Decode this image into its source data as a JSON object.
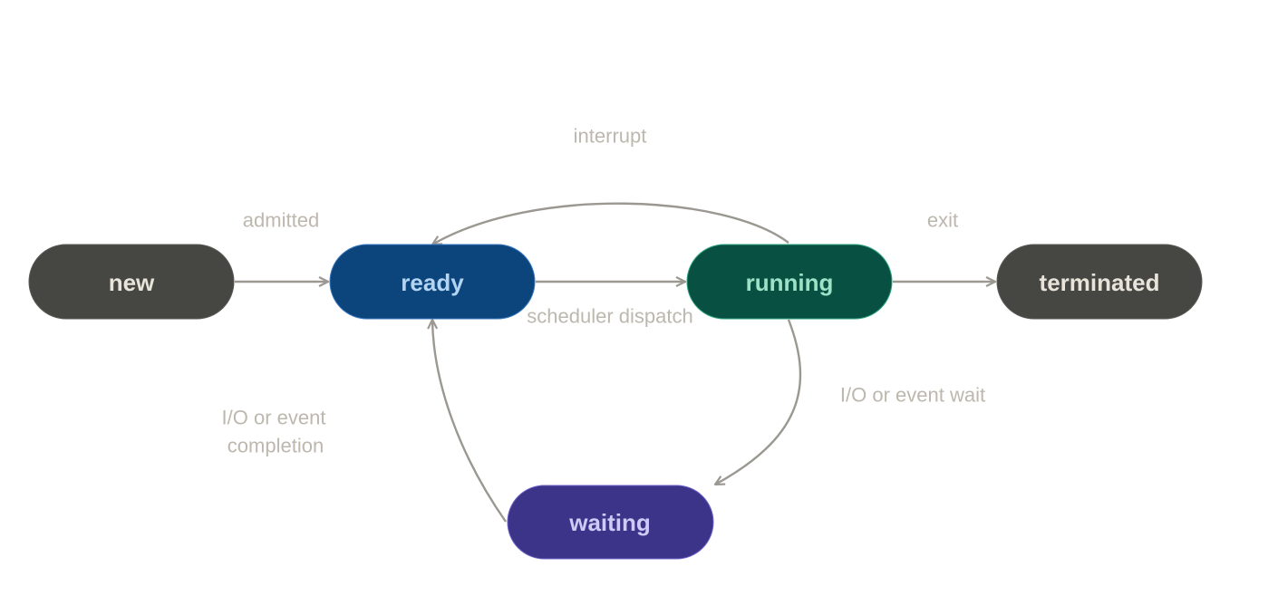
{
  "nodes": {
    "new": {
      "label": "new",
      "fill": "#464642",
      "text": "#e8e4da"
    },
    "ready": {
      "label": "ready",
      "fill": "#0c447c",
      "text": "#b4d4f4"
    },
    "running": {
      "label": "running",
      "fill": "#085041",
      "text": "#9ee1c7"
    },
    "terminated": {
      "label": "terminated",
      "fill": "#464642",
      "text": "#e8e4da"
    },
    "waiting": {
      "label": "waiting",
      "fill": "#3c3489",
      "text": "#cecbf6"
    }
  },
  "edges": {
    "admitted": "admitted",
    "interrupt": "interrupt",
    "exit": "exit",
    "dispatch": "scheduler dispatch",
    "io_wait": "I/O or event wait",
    "io_completion_line1": "I/O or event",
    "io_completion_line2": "completion"
  },
  "colors": {
    "edge": "#9b9892",
    "edge_label": "#bcb8ae"
  }
}
